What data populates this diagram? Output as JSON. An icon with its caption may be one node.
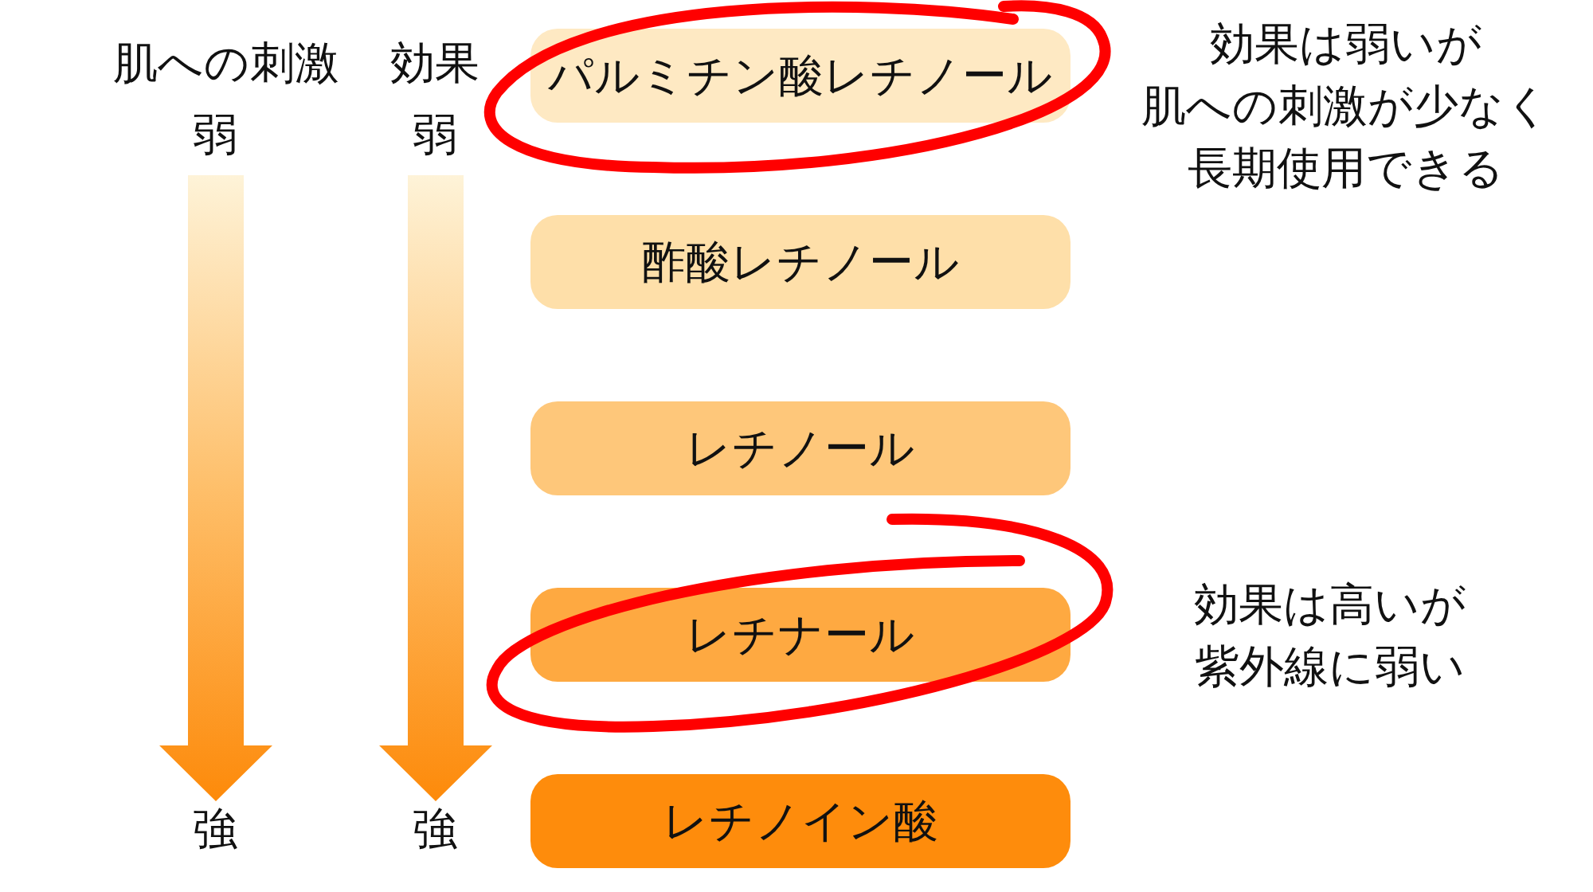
{
  "diagram": {
    "nodes": [
      {
        "text": [
          "パルミチン酸レチノール"
        ],
        "beside": [
          "効果は弱いが肌への刺激が少なく長期使用できる"
        ]
      },
      {
        "text": [
          "酢酸レチノール"
        ]
      },
      {
        "text": [
          "レチノール"
        ]
      },
      {
        "text": [
          "レチナール"
        ],
        "beside": [
          "効果は高いが紫外線に弱い"
        ]
      },
      {
        "text": [
          "レチノイン酸"
        ]
      }
    ],
    "labels": [
      "肌への刺激",
      "効果",
      "弱",
      "弱",
      "強",
      "強"
    ]
  }
}
